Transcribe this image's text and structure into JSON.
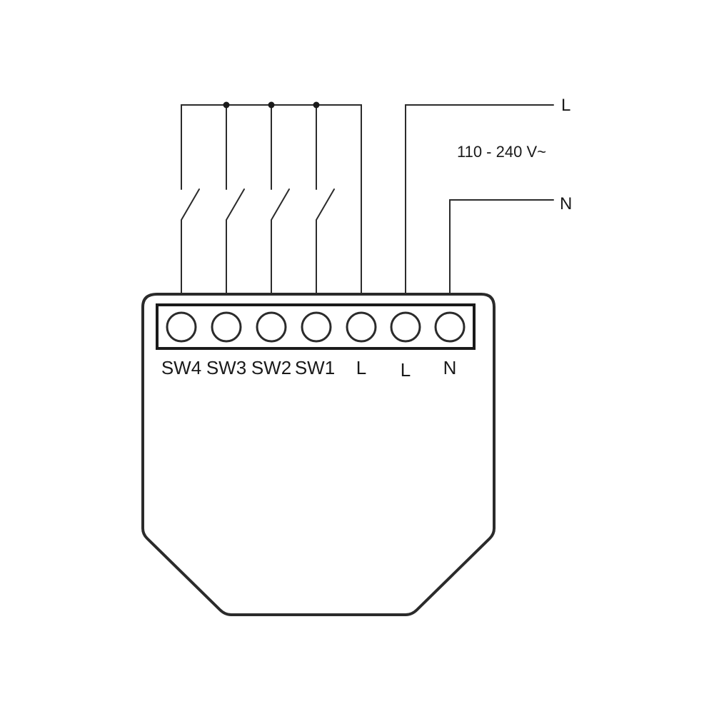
{
  "supply": {
    "line_label": "L",
    "neutral_label": "N",
    "voltage": "110 - 240 V~"
  },
  "terminals": [
    {
      "id": "sw4",
      "label": "SW4"
    },
    {
      "id": "sw3",
      "label": "SW3"
    },
    {
      "id": "sw2",
      "label": "SW2"
    },
    {
      "id": "sw1",
      "label": "SW1"
    },
    {
      "id": "l1",
      "label": "L"
    },
    {
      "id": "l2",
      "label": "L"
    },
    {
      "id": "n",
      "label": "N"
    }
  ],
  "colors": {
    "stroke": "#2b2b2b",
    "background": "#ffffff"
  }
}
